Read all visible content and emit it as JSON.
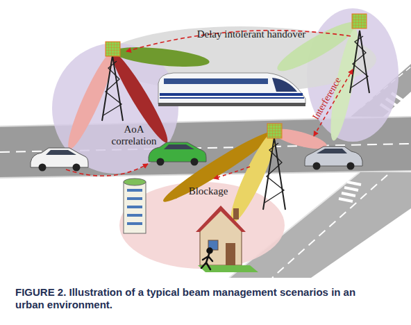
{
  "diagram": {
    "caption": "FIGURE 2. Illustration of a typical beam management scenarios in an urban environment.",
    "nodes": [
      {
        "text": [
          "Delay intolerant handover"
        ]
      },
      {
        "text": [
          "AoA correlation"
        ]
      },
      {
        "text": [
          "Blockage"
        ]
      }
    ],
    "labels": [
      "Interference"
    ]
  }
}
